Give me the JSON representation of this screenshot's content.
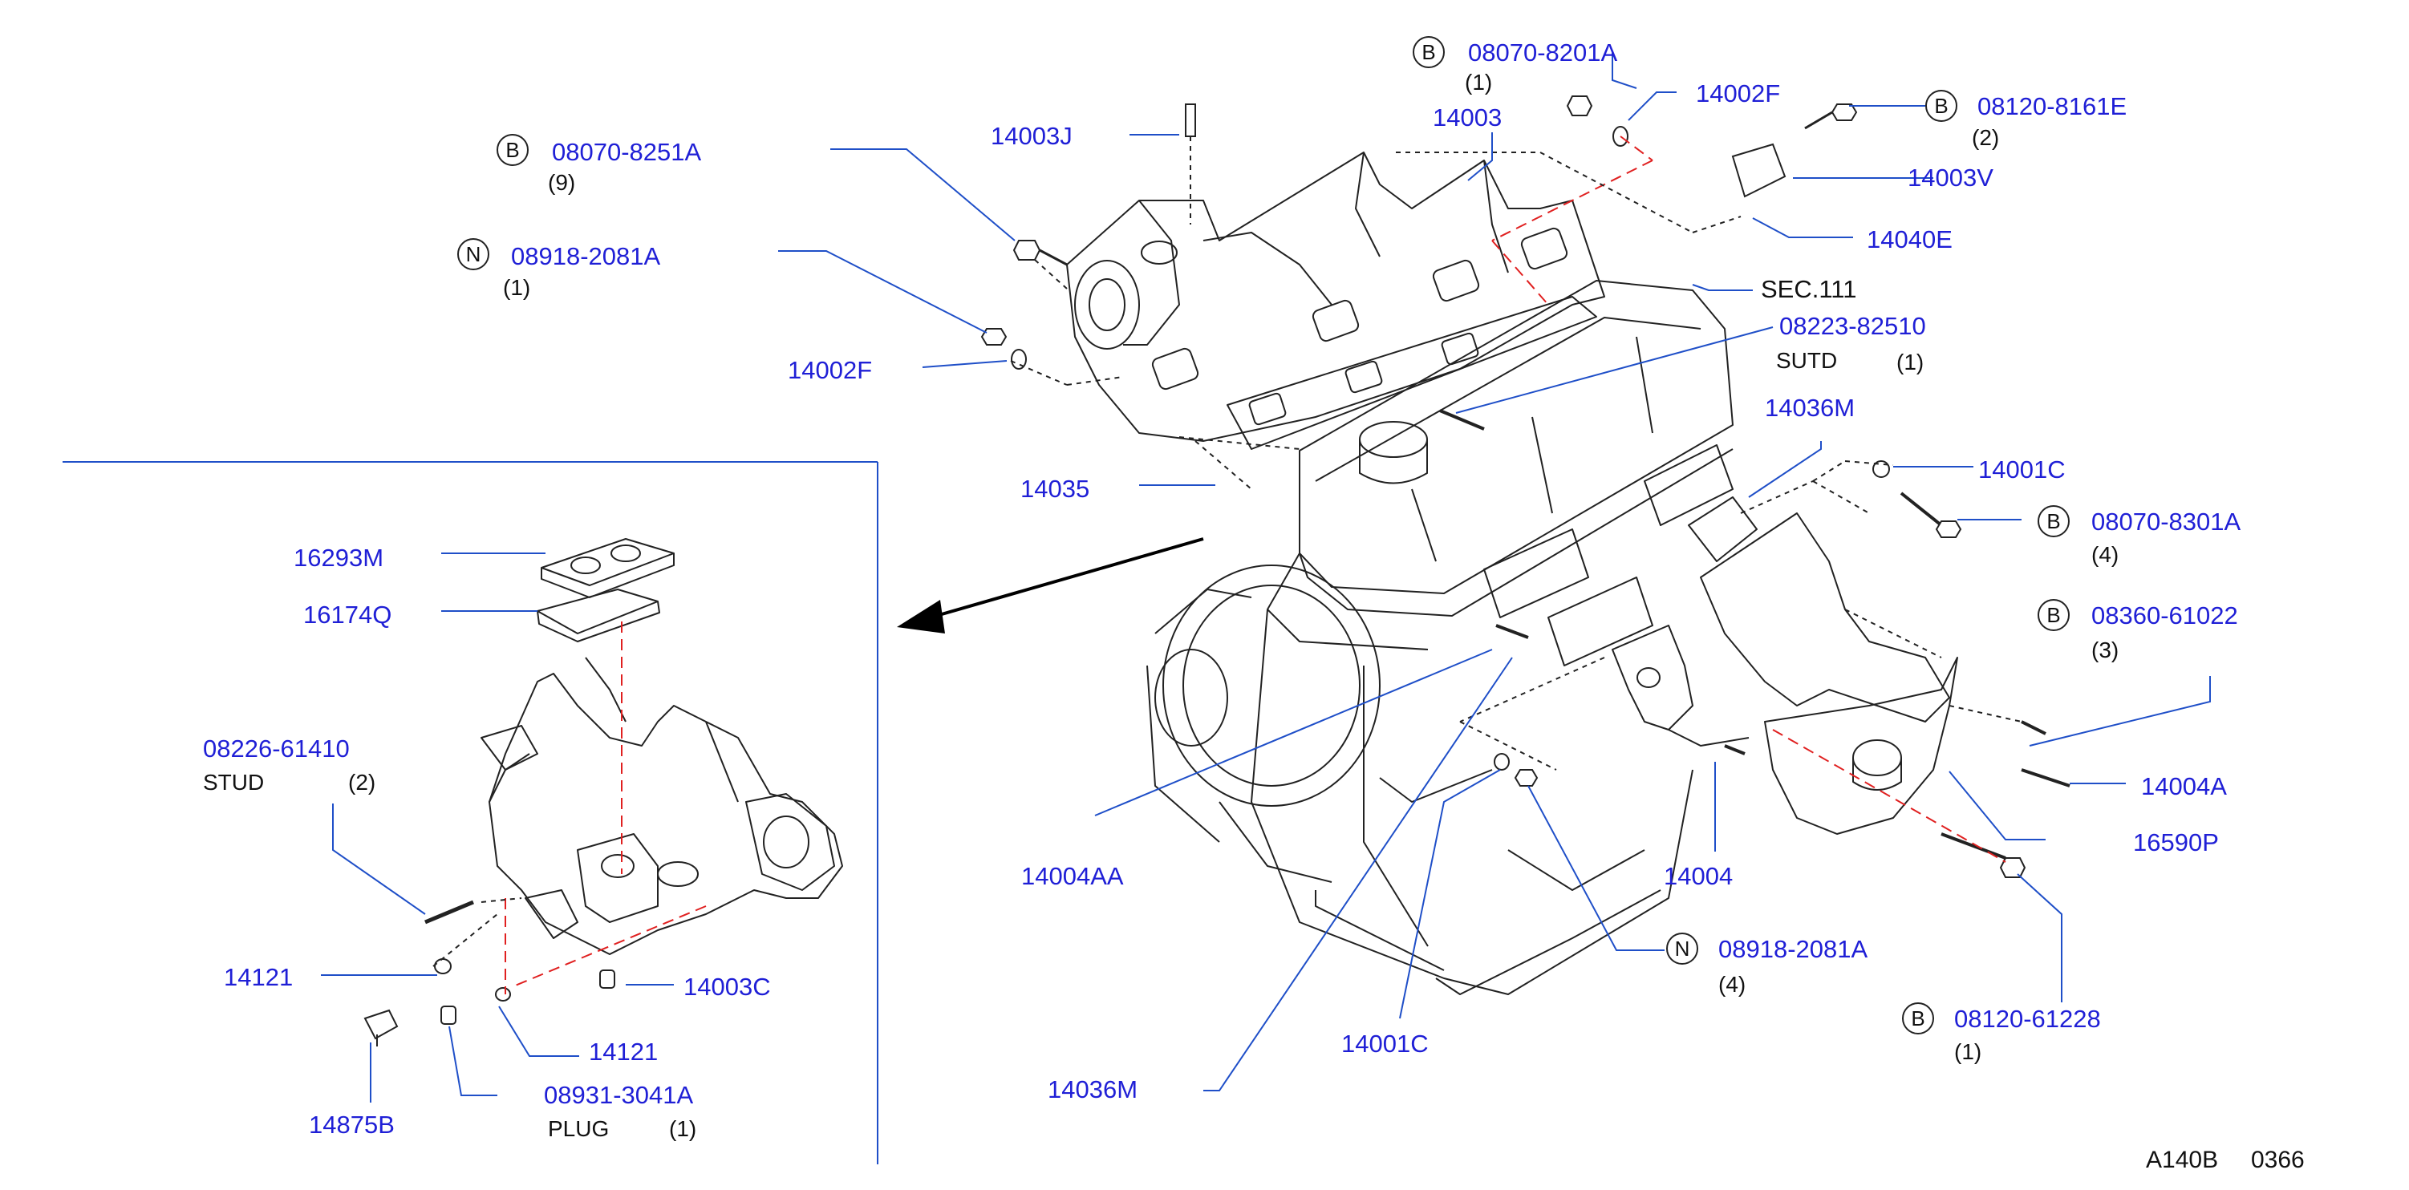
{
  "callouts": [
    {
      "id": "c1",
      "badge": "B",
      "part": "08070-8201A",
      "qty": "(1)"
    },
    {
      "id": "c2",
      "part": "14002F"
    },
    {
      "id": "c3",
      "badge": "B",
      "part": "08120-8161E",
      "qty": "(2)"
    },
    {
      "id": "c4",
      "part": "14003"
    },
    {
      "id": "c5",
      "part": "14003J"
    },
    {
      "id": "c6",
      "badge": "B",
      "part": "08070-8251A",
      "qty": "(9)"
    },
    {
      "id": "c7",
      "badge": "N",
      "part": "08918-2081A",
      "qty": "(1)"
    },
    {
      "id": "c8",
      "part": "14003V"
    },
    {
      "id": "c9",
      "part": "14040E"
    },
    {
      "id": "c10",
      "label": "SEC.111"
    },
    {
      "id": "c11",
      "part": "08223-82510",
      "desc": "SUTD",
      "qty": "(1)"
    },
    {
      "id": "c12",
      "part": "14002F"
    },
    {
      "id": "c13",
      "part": "14036M"
    },
    {
      "id": "c14",
      "part": "14001C"
    },
    {
      "id": "c15",
      "part": "14035"
    },
    {
      "id": "c16",
      "badge": "B",
      "part": "08070-8301A",
      "qty": "(4)"
    },
    {
      "id": "c17",
      "badge": "B",
      "part": "08360-61022",
      "qty": "(3)"
    },
    {
      "id": "c18",
      "part": "16293M"
    },
    {
      "id": "c19",
      "part": "16174Q"
    },
    {
      "id": "c20",
      "part": "08226-61410",
      "desc": "STUD",
      "qty": "(2)"
    },
    {
      "id": "c21",
      "part": "14004A"
    },
    {
      "id": "c22",
      "part": "16590P"
    },
    {
      "id": "c23",
      "part": "14004AA"
    },
    {
      "id": "c24",
      "part": "14004"
    },
    {
      "id": "c25",
      "badge": "N",
      "part": "08918-2081A",
      "qty": "(4)"
    },
    {
      "id": "c26",
      "part": "14121"
    },
    {
      "id": "c27",
      "part": "14003C"
    },
    {
      "id": "c28",
      "part": "14121"
    },
    {
      "id": "c29",
      "part": "08931-3041A",
      "desc": "PLUG",
      "qty": "(1)"
    },
    {
      "id": "c30",
      "part": "14875B"
    },
    {
      "id": "c31",
      "badge": "B",
      "part": "08120-61228",
      "qty": "(1)"
    },
    {
      "id": "c32",
      "part": "14001C"
    },
    {
      "id": "c33",
      "part": "14036M"
    }
  ],
  "footer": {
    "code": "A140B",
    "number": "0366"
  },
  "colors": {
    "part_number": "#1f1fd6",
    "leader": "#1f4fc8",
    "text": "#111111",
    "phantom": "#e02020",
    "drawing": "#222222"
  }
}
